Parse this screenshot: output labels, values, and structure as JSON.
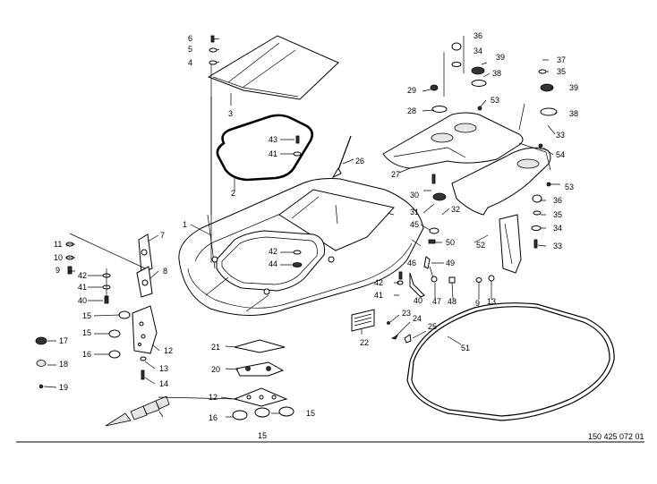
{
  "drawing": {
    "doc_number": "150 425 072 01",
    "part_numbers": [
      "1",
      "2",
      "3",
      "4",
      "5",
      "6",
      "8",
      "9",
      "10",
      "11",
      "12",
      "13",
      "14",
      "15",
      "16",
      "17",
      "18",
      "19",
      "20",
      "21",
      "22",
      "23",
      "24",
      "25",
      "26",
      "27",
      "28",
      "29",
      "30",
      "31",
      "32",
      "33",
      "34",
      "35",
      "36",
      "37",
      "38",
      "39",
      "40",
      "41",
      "42",
      "43",
      "44",
      "45",
      "46",
      "47",
      "48",
      "49",
      "50",
      "51",
      "52",
      "53",
      "54"
    ]
  }
}
